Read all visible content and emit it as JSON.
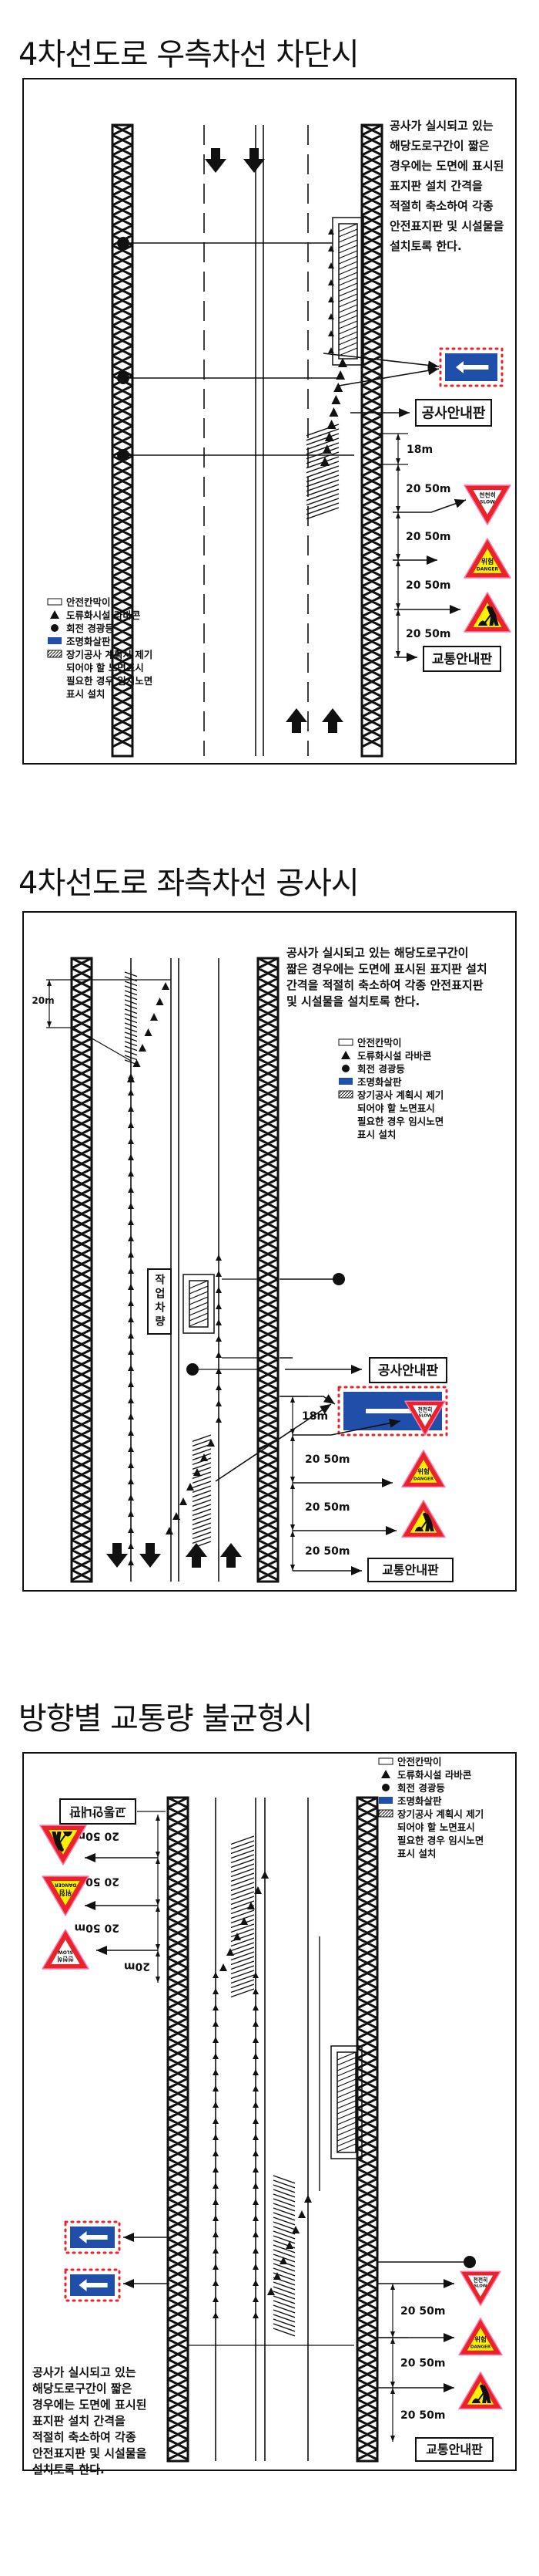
{
  "sections": [
    {
      "title": "4차선도로 우측차선 차단시",
      "note": [
        "공사가 실시되고 있는",
        "해당도로구간이 짧은",
        "경우에는 도면에 표시된",
        "표지판 설치 간격을",
        "적절히 축소하여 각종",
        "안전표지판 및 시설물을",
        "설치토록 한다."
      ]
    },
    {
      "title": "4차선도로 좌측차선 공사시",
      "note": [
        "공사가 실시되고 있는 해당도로구간이",
        "짧은 경우에는 도면에 표시된 표지판 설치",
        "간격을 적절히 축소하여 각종 안전표지판",
        "및 시설물을 설치토록 한다."
      ],
      "vehicle_label": "작업차량",
      "dim_20m": "20m"
    },
    {
      "title": "방향별 교통량 불균형시",
      "note": [
        "공사가 실시되고 있는",
        "해당도로구간이 짧은",
        "경우에는 도면에 표시된",
        "표지판 설치 간격을",
        "적절히 축소하여 각종",
        "안전표지판 및 시설물을",
        "설치토록 한다."
      ],
      "dim_20m": "20m"
    }
  ],
  "legend": {
    "items": [
      "안전칸막이",
      "도류화시설 라바콘",
      "회전 경광등",
      "조명화살판",
      "장기공사 계획시 제기"
    ],
    "extra": [
      "되어야 할 노면표시",
      "필요한 경우 임시노면",
      "표시 설치"
    ]
  },
  "signs": {
    "construction_info": "공사안내판",
    "traffic_info": "교통안내판",
    "slow_ko": "천천히",
    "slow_en": "SLOW",
    "danger_ko": "위험",
    "danger_en": "DANGER"
  },
  "distances": {
    "first": "18m",
    "interval": "20 50m"
  },
  "colors": {
    "sign_red": "#e8232b",
    "sign_yellow": "#fff200",
    "sign_blue": "#1f4fa8"
  }
}
